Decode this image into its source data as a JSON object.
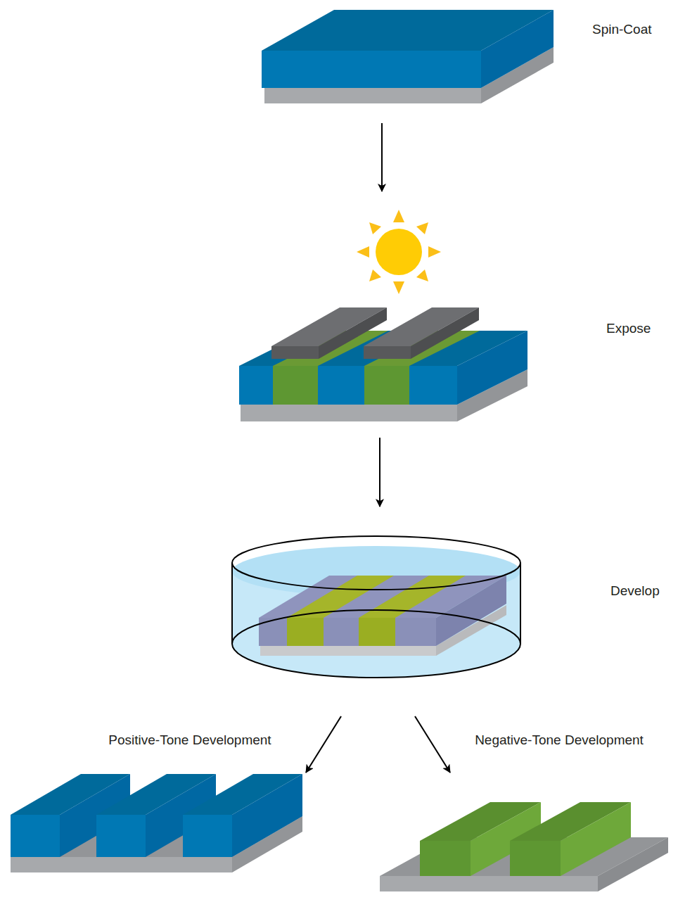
{
  "diagram": {
    "labels": [
      "Spin-Coat",
      "Expose",
      "Develop",
      "Positive-Tone Development",
      "Negative-Tone Development"
    ]
  }
}
